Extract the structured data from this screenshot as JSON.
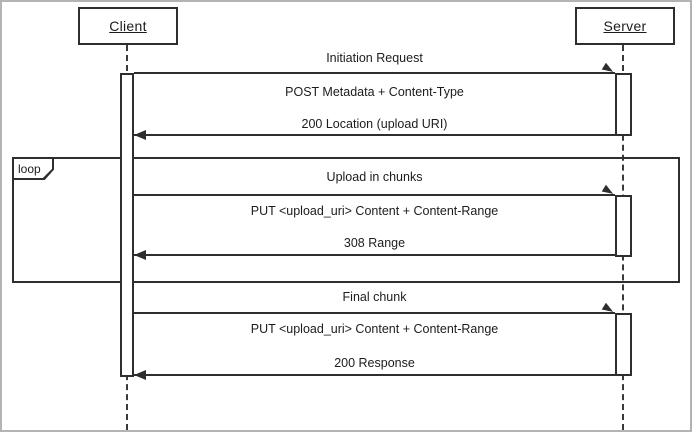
{
  "actors": [
    {
      "name": "Client"
    },
    {
      "name": "Server"
    }
  ],
  "loop": {
    "label": "loop"
  },
  "sections": [
    {
      "title": "Initiation Request",
      "request": "POST Metadata + Content-Type",
      "response": "200 Location (upload URI)"
    },
    {
      "title": "Upload in chunks",
      "request": "PUT <upload_uri> Content + Content-Range",
      "response": "308 Range"
    },
    {
      "title": "Final chunk",
      "request": "PUT <upload_uri> Content + Content-Range",
      "response": "200 Response"
    }
  ],
  "colors": {
    "line": "#2e2e2e",
    "text": "#1c1c1c",
    "background": "#ffffff",
    "frame_border": "#b3b3b3"
  }
}
